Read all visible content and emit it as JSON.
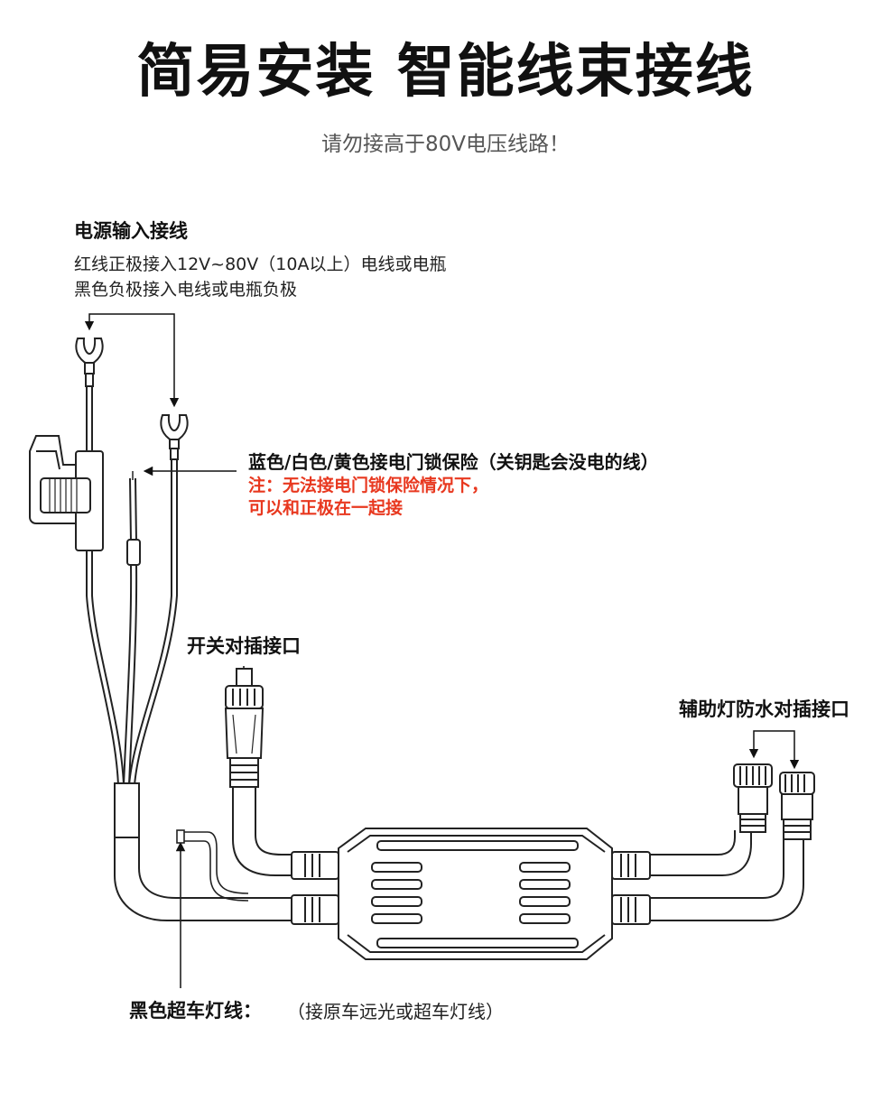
{
  "title": "简易安装 智能线束接线",
  "subtitle": "请勿接高于80V电压线路！",
  "power_input": {
    "heading": "电源输入接线",
    "line1": "红线正极接入12V~80V（10A以上）电线或电瓶",
    "line2": "黑色负极接入电线或电瓶负极"
  },
  "ignition": {
    "heading": "蓝色/白色/黄色接电门锁保险（关钥匙会没电的线）",
    "note1": "注：无法接电门锁保险情况下，",
    "note2": "可以和正极在一起接"
  },
  "switch_connector": {
    "label": "开关对插接口"
  },
  "aux_connector": {
    "label": "辅助灯防水对插接口"
  },
  "high_beam": {
    "label": "黑色超车灯线：",
    "note": "（接原车远光或超车灯线）"
  },
  "colors": {
    "text": "#111111",
    "warning": "#e8381f",
    "line": "#222222"
  }
}
